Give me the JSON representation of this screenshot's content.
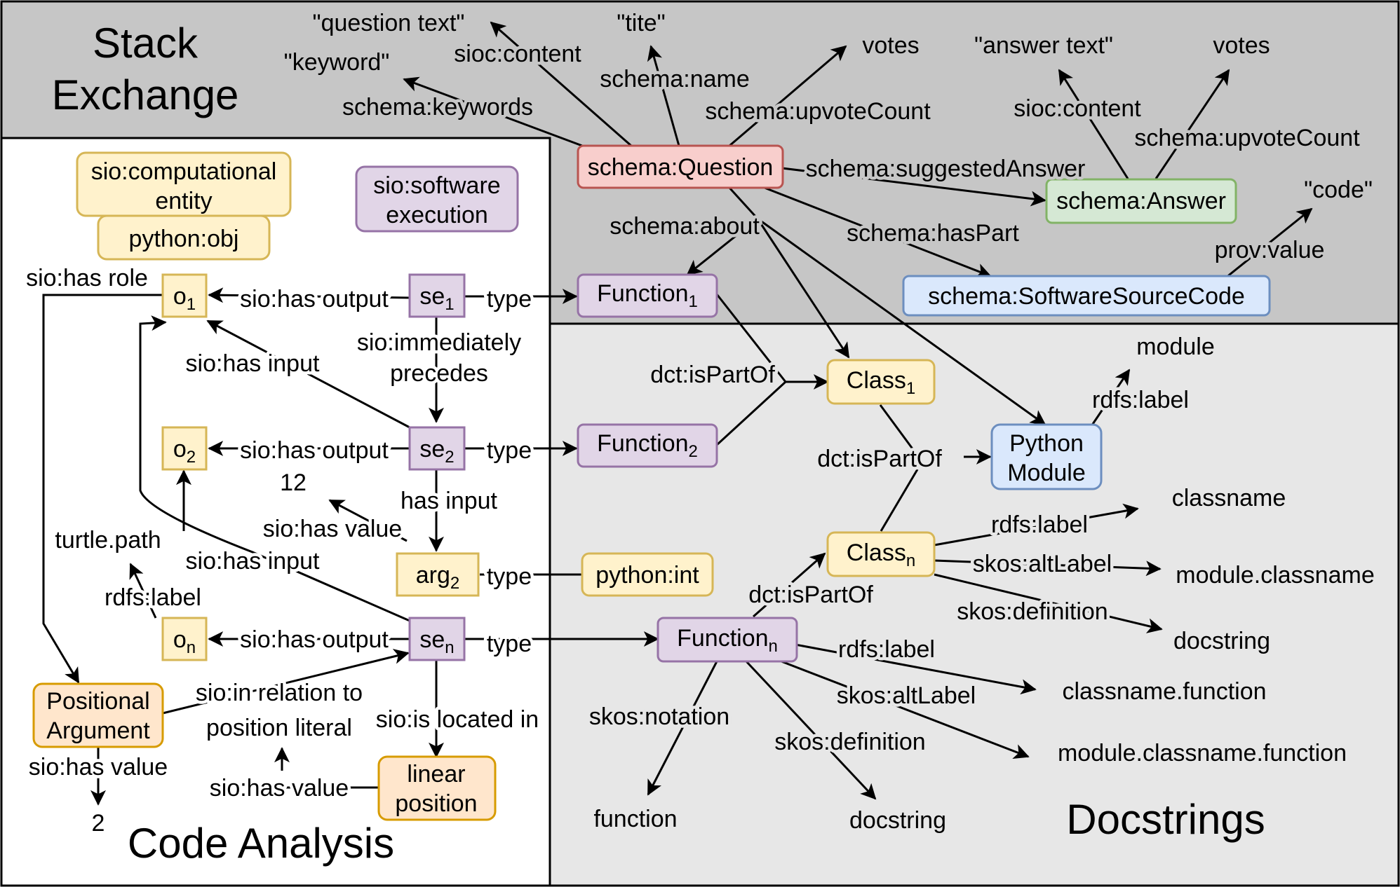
{
  "regions": {
    "stack_exchange": {
      "title_line1": "Stack",
      "title_line2": "Exchange"
    },
    "code_analysis": {
      "title": "Code Analysis"
    },
    "docstrings": {
      "title": "Docstrings"
    }
  },
  "nodes": {
    "sio_computational_entity": {
      "line1": "sio:computational",
      "line2": "entity"
    },
    "python_obj": {
      "label": "python:obj"
    },
    "sio_software_execution": {
      "line1": "sio:software",
      "line2": "execution"
    },
    "o1": {
      "base": "o",
      "sub": "1"
    },
    "o2": {
      "base": "o",
      "sub": "2"
    },
    "on": {
      "base": "o",
      "sub": "n"
    },
    "se1": {
      "base": "se",
      "sub": "1"
    },
    "se2": {
      "base": "se",
      "sub": "2"
    },
    "sen": {
      "base": "se",
      "sub": "n"
    },
    "arg2": {
      "base": "arg",
      "sub": "2"
    },
    "python_int": {
      "label": "python:int"
    },
    "positional_argument": {
      "line1": "Positional",
      "line2": "Argument"
    },
    "linear_position": {
      "line1": "linear",
      "line2": "position"
    },
    "question": {
      "label": "schema:Question"
    },
    "answer": {
      "label": "schema:Answer"
    },
    "software_source_code": {
      "label": "schema:SoftwareSourceCode"
    },
    "function1": {
      "base": "Function",
      "sub": "1"
    },
    "function2": {
      "base": "Function",
      "sub": "2"
    },
    "functionn": {
      "base": "Function",
      "sub": "n"
    },
    "class1": {
      "base": "Class",
      "sub": "1"
    },
    "classn": {
      "base": "Class",
      "sub": "n"
    },
    "python_module": {
      "line1": "Python",
      "line2": "Module"
    }
  },
  "literals": {
    "question_text": "\"question text\"",
    "tite": "\"tite\"",
    "keyword": "\"keyword\"",
    "votes_q": "votes",
    "answer_text": "\"answer text\"",
    "votes_a": "votes",
    "code": "\"code\"",
    "module": "module",
    "classname": "classname",
    "module_classname": "module.classname",
    "docstring_class": "docstring",
    "classname_function": "classname.function",
    "module_classname_function": "module.classname.function",
    "function": "function",
    "docstring_function": "docstring",
    "twelve": "12",
    "two": "2",
    "turtle_path": "turtle.path"
  },
  "edge_labels": {
    "sioc_content_q": "sioc:content",
    "schema_name": "schema:name",
    "schema_keywords": "schema:keywords",
    "schema_upvotecount_q": "schema:upvoteCount",
    "schema_suggestedanswer": "schema:suggestedAnswer",
    "sioc_content_a": "sioc:content",
    "schema_upvotecount_a": "schema:upvoteCount",
    "schema_about": "schema:about",
    "schema_haspart": "schema:hasPart",
    "prov_value": "prov:value",
    "sio_has_role": "sio:has role",
    "sio_has_output_1": "sio:has output",
    "type_1": "type",
    "sio_immediately_precedes_1": "sio:immediately",
    "sio_immediately_precedes_2": "precedes",
    "sio_has_input_1": "sio:has input",
    "sio_has_output_2": "sio:has output",
    "type_2": "type",
    "has_input": "has input",
    "sio_has_value_12": "sio:has value",
    "sio_has_input_n": "sio:has input",
    "type_arg": "type",
    "rdfs_label_on": "rdfs:label",
    "sio_has_output_n": "sio:has output",
    "type_n": "type",
    "sio_in_relation_to_1": "sio:in relation to",
    "sio_in_relation_to_2": "position literal",
    "sio_is_located_in": "sio:is located in",
    "sio_has_value_pa": "sio:has value",
    "sio_has_value_lp": "sio:has value",
    "dct_ispartof_1": "dct:isPartOf",
    "dct_ispartof_2": "dct:isPartOf",
    "dct_ispartof_3": "dct:isPartOf",
    "rdfs_label_module": "rdfs:label",
    "rdfs_label_class": "rdfs:label",
    "skos_altlabel_class": "skos:altLabel",
    "skos_definition_class": "skos:definition",
    "rdfs_label_fn": "rdfs:label",
    "skos_altlabel_fn": "skos:altLabel",
    "skos_notation": "skos:notation",
    "skos_definition_fn": "skos:definition"
  },
  "colors": {
    "stack_bg": "#c6c6c6",
    "doc_bg": "#e7e7e7",
    "yellow_fill": "#fff2cc",
    "yellow_stroke": "#d6b656",
    "purple_fill": "#e1d5e7",
    "purple_stroke": "#9673a6",
    "red_fill": "#f8cecc",
    "red_stroke": "#b85450",
    "green_fill": "#d5e8d4",
    "green_stroke": "#82b366",
    "blue_fill": "#dae8fc",
    "blue_stroke": "#6c8ebf",
    "orange_fill": "#ffe6cc",
    "orange_stroke": "#d79b00"
  }
}
